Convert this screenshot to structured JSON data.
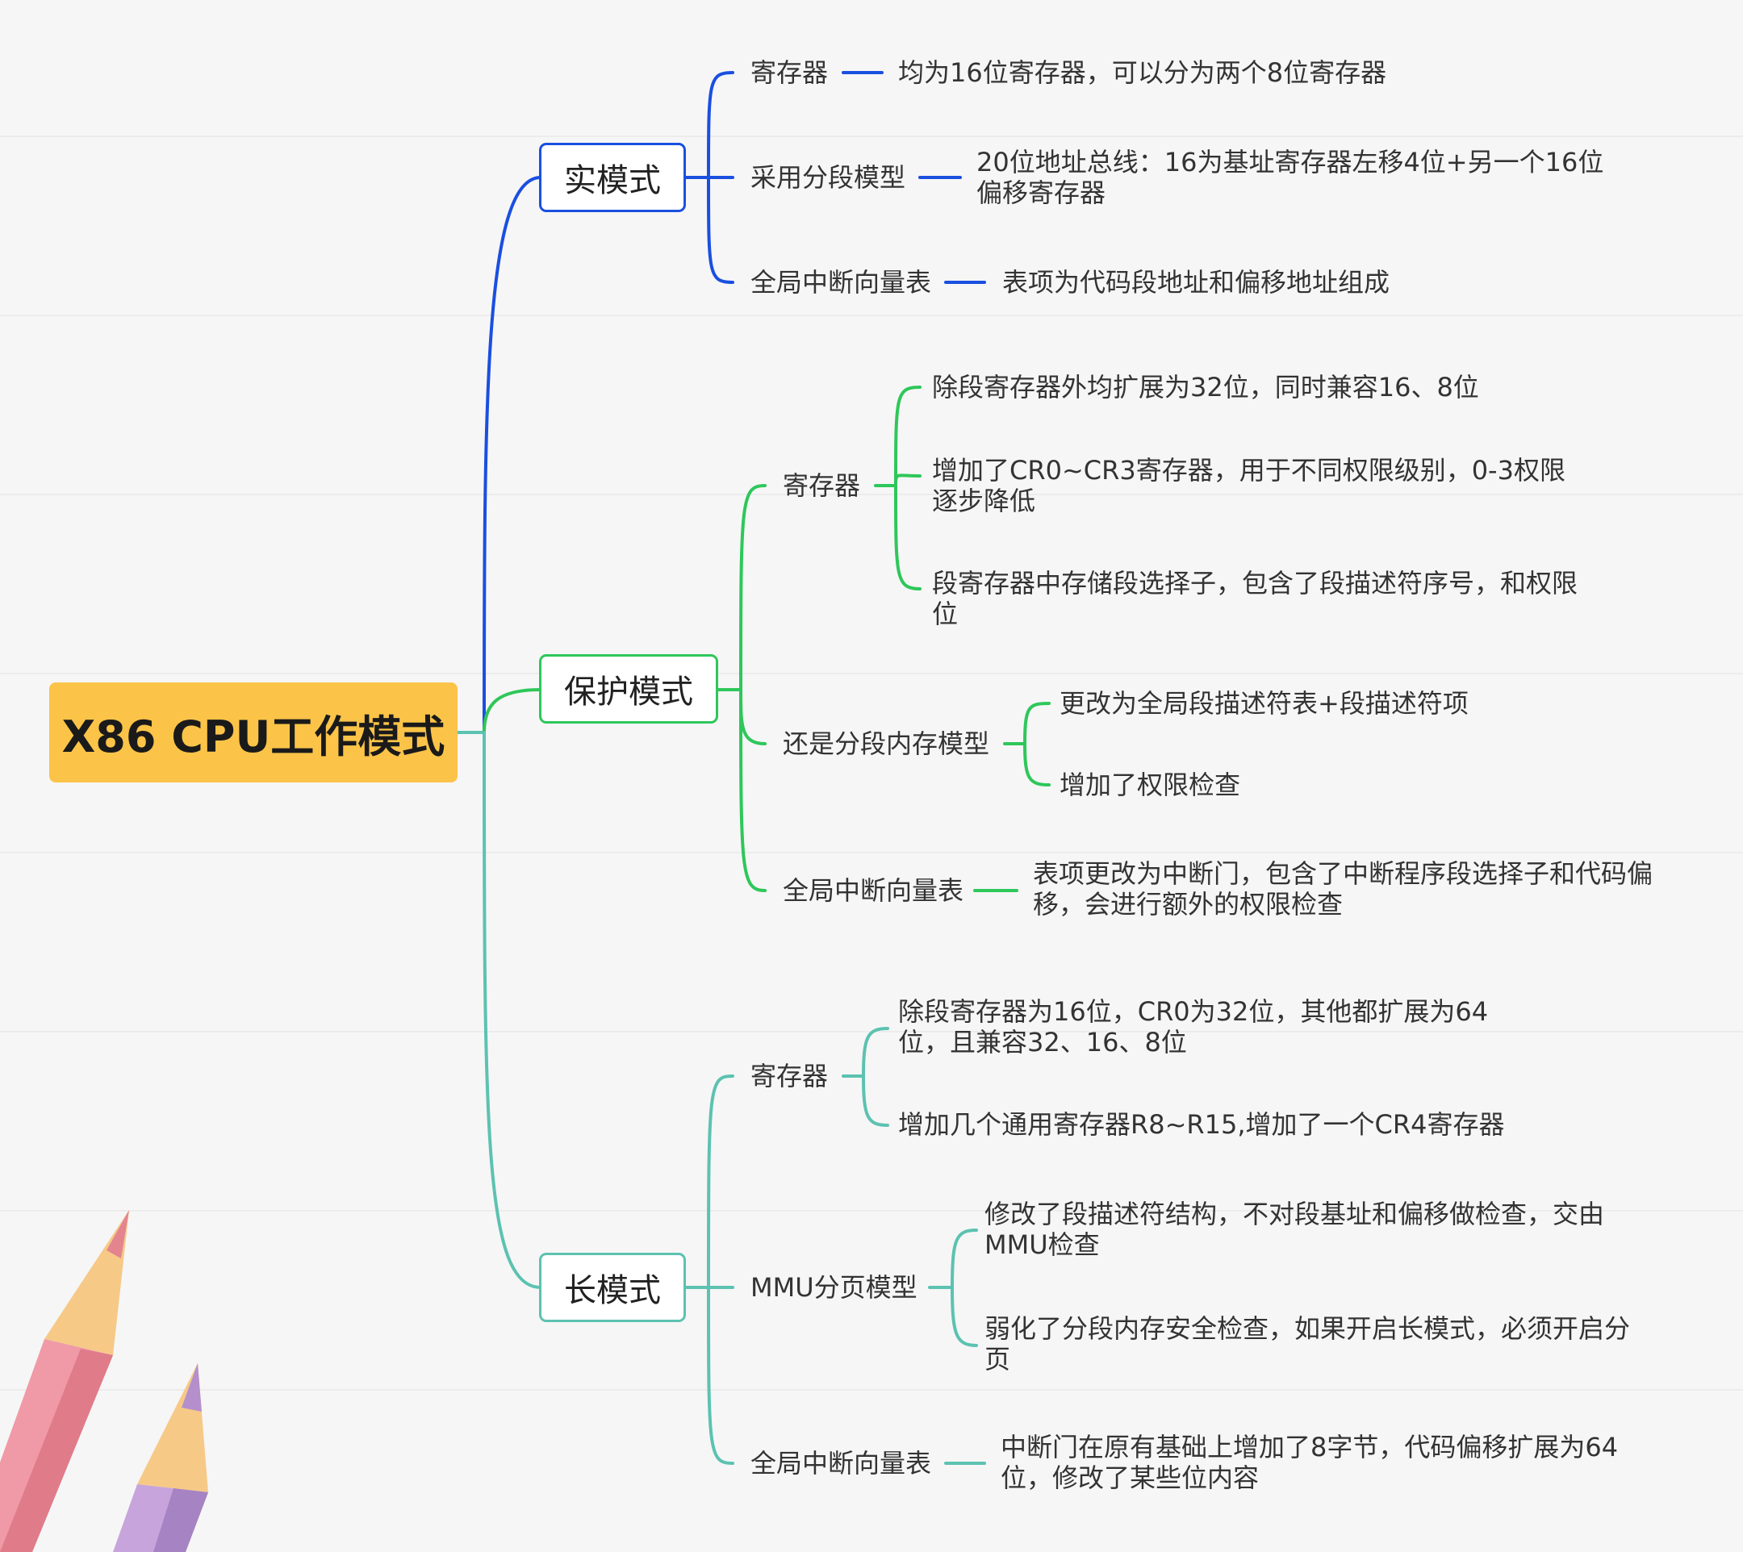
{
  "root": {
    "label": "X86 CPU工作模式"
  },
  "colors": {
    "root_fill": "#fbc448",
    "real": "#1a4fe0",
    "protected": "#2ec75a",
    "long": "#5cc2b1"
  },
  "real_mode": {
    "label": "实模式",
    "registers": {
      "label": "寄存器",
      "detail": "均为16位寄存器，可以分为两个8位寄存器"
    },
    "segmentation": {
      "label": "采用分段模型",
      "detail": "20位地址总线：16为基址寄存器左移4位+另一个16位偏移寄存器"
    },
    "ivt": {
      "label": "全局中断向量表",
      "detail": "表项为代码段地址和偏移地址组成"
    }
  },
  "protected_mode": {
    "label": "保护模式",
    "registers": {
      "label": "寄存器",
      "details": [
        "除段寄存器外均扩展为32位，同时兼容16、8位",
        "增加了CR0~CR3寄存器，用于不同权限级别，0-3权限逐步降低",
        "段寄存器中存储段选择子，包含了段描述符序号，和权限位"
      ]
    },
    "segmentation": {
      "label": "还是分段内存模型",
      "details": [
        "更改为全局段描述符表+段描述符项",
        "增加了权限检查"
      ]
    },
    "ivt": {
      "label": "全局中断向量表",
      "detail": "表项更改为中断门，包含了中断程序段选择子和代码偏移，会进行额外的权限检查"
    }
  },
  "long_mode": {
    "label": "长模式",
    "registers": {
      "label": "寄存器",
      "details": [
        "除段寄存器为16位，CR0为32位，其他都扩展为64位，且兼容32、16、8位",
        "增加几个通用寄存器R8~R15,增加了一个CR4寄存器"
      ]
    },
    "paging": {
      "label": "MMU分页模型",
      "details": [
        "修改了段描述符结构，不对段基址和偏移做检查，交由MMU检查",
        "弱化了分段内存安全检查，如果开启长模式，必须开启分页"
      ]
    },
    "ivt": {
      "label": "全局中断向量表",
      "detail": "中断门在原有基础上增加了8字节，代码偏移扩展为64位，修改了某些位内容"
    }
  }
}
